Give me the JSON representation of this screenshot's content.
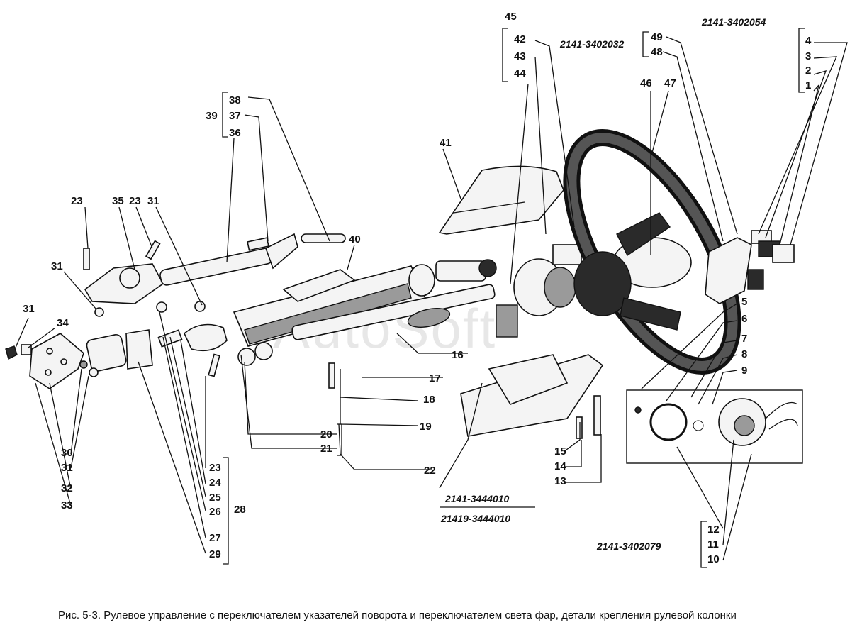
{
  "caption": "Рис. 5-3. Рулевое управление с переключателем указателей поворота и переключателем света фар, детали крепления рулевой колонки",
  "watermark": "AutoSoft",
  "codes": {
    "switch_assembly_1": "2141-3444010",
    "switch_assembly_2": "21419-3444010",
    "horn_button": "2141-3402054",
    "horn_pad": "2141-3402032",
    "contact_ring": "2141-3402079"
  },
  "labels": {
    "n1": "1",
    "n2": "2",
    "n3": "3",
    "n4": "4",
    "n5": "5",
    "n6": "6",
    "n7": "7",
    "n8": "8",
    "n9": "9",
    "n10": "10",
    "n11": "11",
    "n12": "12",
    "n13": "13",
    "n14": "14",
    "n15": "15",
    "n16": "16",
    "n17": "17",
    "n18": "18",
    "n19": "19",
    "n20": "20",
    "n21": "21",
    "n22": "22",
    "n23a": "23",
    "n23b": "23",
    "n23c": "23",
    "n24": "24",
    "n25": "25",
    "n26": "26",
    "n27": "27",
    "n28": "28",
    "n29": "29",
    "n30": "30",
    "n31a": "31",
    "n31b": "31",
    "n31c": "31",
    "n31d": "31",
    "n32": "32",
    "n33": "33",
    "n34": "34",
    "n35": "35",
    "n36": "36",
    "n37": "37",
    "n38": "38",
    "n39": "39",
    "n40": "40",
    "n41": "41",
    "n42": "42",
    "n43": "43",
    "n44": "44",
    "n45": "45",
    "n46": "46",
    "n47": "47",
    "n48": "48",
    "n49": "49"
  }
}
